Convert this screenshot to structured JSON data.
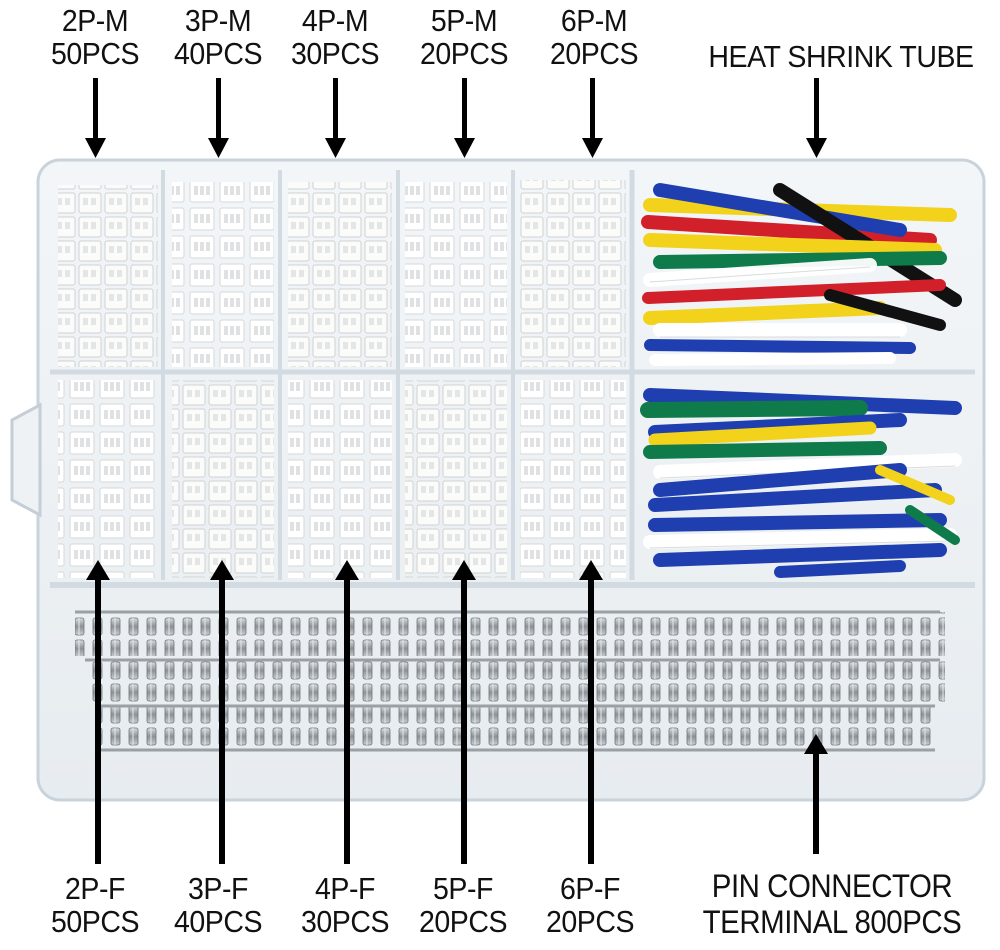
{
  "top_labels": [
    {
      "name": "2P-M",
      "qty": "50PCS"
    },
    {
      "name": "3P-M",
      "qty": "40PCS"
    },
    {
      "name": "4P-M",
      "qty": "30PCS"
    },
    {
      "name": "5P-M",
      "qty": "20PCS"
    },
    {
      "name": "6P-M",
      "qty": "20PCS"
    }
  ],
  "bottom_labels": [
    {
      "name": "2P-F",
      "qty": "50PCS"
    },
    {
      "name": "3P-F",
      "qty": "40PCS"
    },
    {
      "name": "4P-F",
      "qty": "30PCS"
    },
    {
      "name": "5P-F",
      "qty": "20PCS"
    },
    {
      "name": "6P-F",
      "qty": "20PCS"
    }
  ],
  "heat_shrink_label": "HEAT SHRINK TUBE",
  "terminal_label": {
    "line1": "PIN CONNECTOR",
    "line2": "TERMINAL 800PCS"
  },
  "colors": {
    "box_edge": "#c9d3dc",
    "connector": "#f4f4f2",
    "tube_blue": "#1f3fb0",
    "tube_red": "#d2202a",
    "tube_yellow": "#f2d21a",
    "tube_green": "#0f7a4a",
    "tube_black": "#111111",
    "metal": "#a9aeb3"
  }
}
